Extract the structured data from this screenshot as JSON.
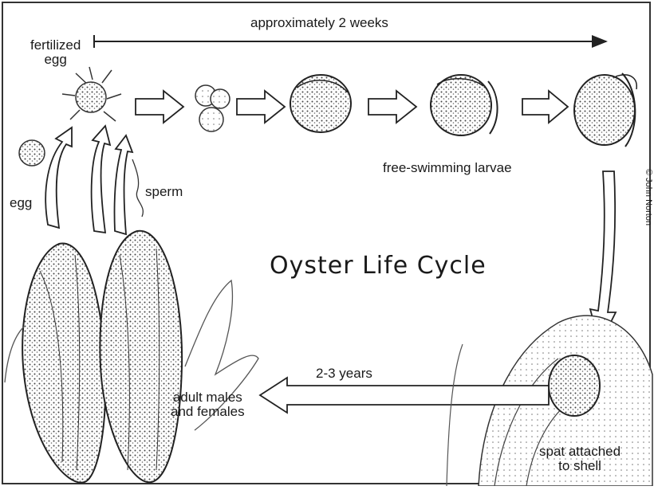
{
  "title": "Oyster Life Cycle",
  "stages": {
    "fertilized_egg": "fertilized\negg",
    "egg": "egg",
    "sperm": "sperm",
    "larvae": "free-swimming larvae",
    "spat": "spat attached\nto shell",
    "adults": "adult males\nand females"
  },
  "durations": {
    "larval_period": "approximately 2 weeks",
    "growth_period": "2-3 years"
  },
  "credit": "© John Norton"
}
